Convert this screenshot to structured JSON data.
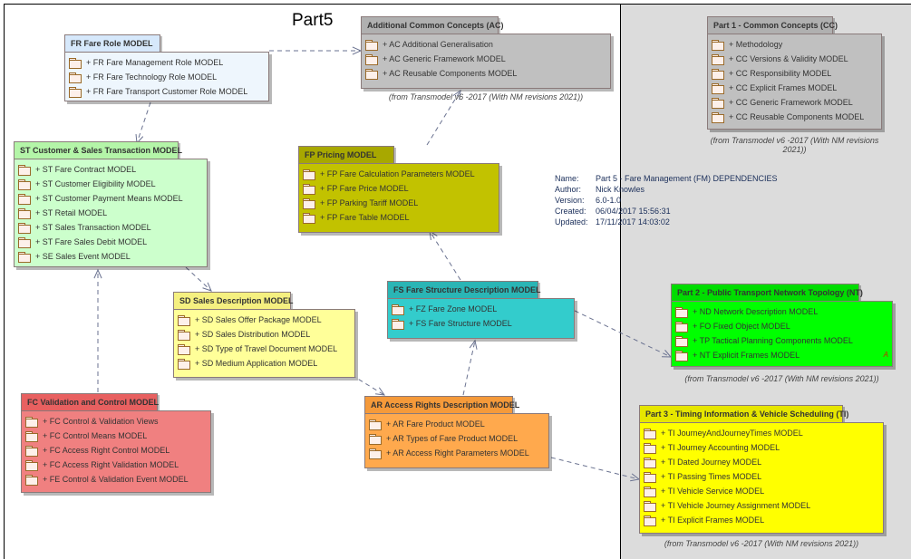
{
  "diagram": {
    "title": "Part5",
    "info": {
      "rows": [
        {
          "label": "Name:",
          "value": "Part 5 - Fare Management (FM) DEPENDENCIES"
        },
        {
          "label": "Author:",
          "value": "Nick Knowles"
        },
        {
          "label": "Version:",
          "value": "6.0-1.0"
        },
        {
          "label": "Created:",
          "value": "06/04/2017 15:56:31"
        },
        {
          "label": "Updated:",
          "value": "17/11/2017 14:03:02"
        }
      ]
    }
  },
  "packages": {
    "fr": {
      "title": "FR Fare Role MODEL",
      "color": "#eef6fd",
      "tab_color": "#d6e8fb",
      "items": [
        "+ FR Fare Management Role MODEL",
        "+ FR Fare Technology Role MODEL",
        "+ FR Fare Transport Customer Role MODEL"
      ]
    },
    "ac": {
      "title": "Additional Common Concepts (AC)",
      "color": "#c0c0c0",
      "tab_color": "#b0b0b0",
      "items": [
        "+ AC Additional Generalisation",
        "+ AC Generic Framework MODEL",
        "+ AC Reusable Components MODEL"
      ],
      "from": "(from Transmodel v6 -2017 (With NM revisions 2021))"
    },
    "cc": {
      "title": "Part 1 - Common Concepts (CC)",
      "color": "#c0c0c0",
      "tab_color": "#b0b0b0",
      "items": [
        "+ Methodology",
        "+ CC Versions & Validity MODEL",
        "+ CC Responsibility MODEL",
        "+ CC Explicit Frames MODEL",
        "+ CC Generic Framework MODEL",
        "+ CC Reusable Components MODEL"
      ],
      "from_line1": "(from Transmodel v6 -2017 (With NM revisions",
      "from_line2": "2021))"
    },
    "st": {
      "title": "ST Customer & Sales Transaction MODEL",
      "color": "#ccffcc",
      "tab_color": "#b4f5a8",
      "items": [
        "+ ST Fare Contract MODEL",
        "+ ST Customer Eligibility MODEL",
        "+ ST Customer Payment Means MODEL",
        "+ ST Retail MODEL",
        "+ ST Sales Transaction MODEL",
        "+ ST Fare Sales Debit MODEL",
        "+ SE Sales Event MODEL"
      ]
    },
    "fp": {
      "title": "FP Pricing MODEL",
      "color": "#c2c200",
      "tab_color": "#a8a800",
      "items": [
        "+ FP Fare Calculation Parameters MODEL",
        "+ FP Fare Price MODEL",
        "+ FP Parking Tariff MODEL",
        "+ FP Fare Table MODEL"
      ]
    },
    "sd": {
      "title": "SD Sales Description MODEL",
      "color": "#ffff99",
      "tab_color": "#f5f080",
      "items": [
        "+ SD Sales Offer Package MODEL",
        "+ SD Sales Distribution MODEL",
        "+ SD Type of Travel Document MODEL",
        "+ SD Medium Application MODEL"
      ]
    },
    "fs": {
      "title": "FS Fare Structure Description MODEL",
      "color": "#33cccc",
      "tab_color": "#2ab5b5",
      "items": [
        "+ FZ Fare Zone MODEL",
        "+ FS Fare Structure MODEL"
      ]
    },
    "nt": {
      "title": "Part 2 - Public Transport Network Topology (NT)",
      "color": "#00ff00",
      "tab_color": "#00dd00",
      "items": [
        "+ ND Network Description MODEL",
        "+ FO Fixed Object MODEL",
        "+ TP Tactical Planning Components MODEL",
        "+ NT Explicit Frames MODEL"
      ],
      "abstract_mark": "A",
      "from": "(from Transmodel v6 -2017 (With NM revisions 2021))"
    },
    "fc": {
      "title": "FC Validation and Control MODEL",
      "color": "#f08080",
      "tab_color": "#e86060",
      "items": [
        "+ FC Control & Validation Views",
        "+ FC Control Means MODEL",
        "+ FC Access Right Control MODEL",
        "+ FC Access Right Validation MODEL",
        "+ FE Control & Validation Event MODEL"
      ]
    },
    "ar": {
      "title": "AR Access Rights Description MODEL",
      "color": "#ffa94d",
      "tab_color": "#f59a3a",
      "items": [
        "+ AR Fare Product MODEL",
        "+ AR Types of Fare Product MODEL",
        "+ AR Access Right Parameters MODEL"
      ]
    },
    "ti": {
      "title": "Part 3 - Timing Information & Vehicle Scheduling (TI)",
      "color": "#ffff00",
      "tab_color": "#e6e600",
      "items": [
        "+ TI JourneyAndJourneyTimes MODEL",
        "+ TI Journey Accounting MODEL",
        "+ TI Dated Journey MODEL",
        "+ TI Passing Times MODEL",
        "+ TI Vehicle Service MODEL",
        "+ TI Vehicle Journey Assignment MODEL",
        "+ TI Explicit Frames MODEL"
      ],
      "from": "(from Transmodel v6 -2017 (With NM revisions 2021))"
    }
  },
  "dependencies": [
    {
      "from": "fr",
      "to": "ac",
      "type": "dependency"
    },
    {
      "from": "fr",
      "to": "st",
      "type": "dependency"
    },
    {
      "from": "fp",
      "to": "ac",
      "type": "dependency"
    },
    {
      "from": "st",
      "to": "sd",
      "type": "dependency"
    },
    {
      "from": "fc",
      "to": "st",
      "type": "dependency"
    },
    {
      "from": "fs",
      "to": "fp",
      "type": "dependency"
    },
    {
      "from": "sd",
      "to": "ar",
      "type": "dependency"
    },
    {
      "from": "ar",
      "to": "fs",
      "type": "dependency"
    },
    {
      "from": "fs",
      "to": "nt",
      "type": "dependency"
    },
    {
      "from": "ar",
      "to": "ti",
      "type": "dependency"
    }
  ]
}
